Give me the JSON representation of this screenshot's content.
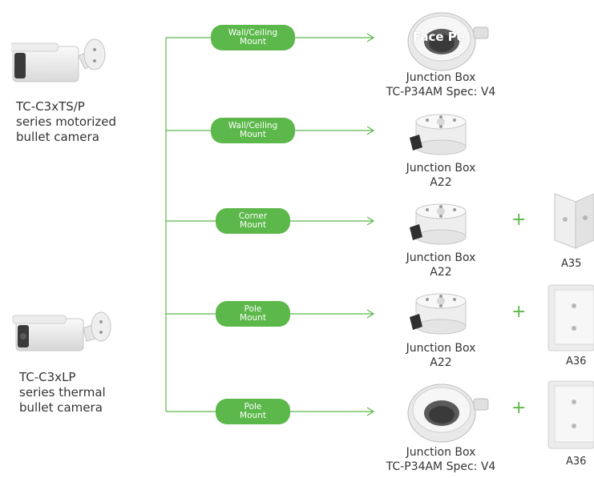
{
  "cameras": [
    {
      "lines": [
        "TC-C3xTS/P",
        "series motorized",
        "bullet camera"
      ]
    },
    {
      "lines": [
        "TC-C3xLP",
        "series thermal",
        "bullet camera"
      ]
    }
  ],
  "rows": [
    {
      "mount": [
        "Wall/Ceiling",
        "Mount"
      ],
      "box_label": [
        "Junction Box",
        "TC-P34AM Spec: V4"
      ],
      "box_style": "round",
      "overlay": "Face Pe"
    },
    {
      "mount": [
        "Wall/Ceiling",
        "Mount"
      ],
      "box_label": [
        "Junction Box",
        "A22"
      ],
      "box_style": "cylinder"
    },
    {
      "mount": [
        "Corner",
        "Mount"
      ],
      "box_label": [
        "Junction Box",
        "A22"
      ],
      "box_style": "cylinder",
      "accessory": "A35",
      "accessory_style": "corner"
    },
    {
      "mount": [
        "Pole",
        "Mount"
      ],
      "box_label": [
        "Junction Box",
        "A22"
      ],
      "box_style": "cylinder",
      "accessory": "A36",
      "accessory_style": "pole"
    },
    {
      "mount": [
        "Pole",
        "Mount"
      ],
      "box_label": [
        "Junction Box",
        "TC-P34AM Spec: V4"
      ],
      "box_style": "round",
      "accessory": "A36",
      "accessory_style": "pole"
    }
  ],
  "plus_sign": "+",
  "colors": {
    "accent": "#5cb84a",
    "text": "#333333",
    "device": "#f2f2f2"
  }
}
